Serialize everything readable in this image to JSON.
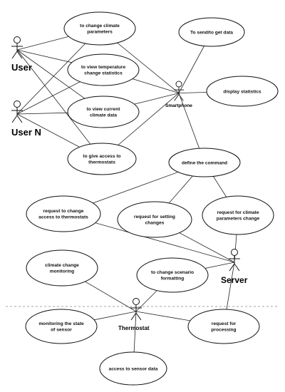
{
  "actors": [
    {
      "id": "user",
      "label": "User"
    },
    {
      "id": "userN",
      "label": "User N"
    },
    {
      "id": "smartphone",
      "label": "Smartphone"
    },
    {
      "id": "server",
      "label": "Server"
    },
    {
      "id": "thermostat",
      "label": "Thermostat"
    }
  ],
  "use_cases": [
    {
      "id": "uc1",
      "lines": [
        "to change climate",
        "parameters"
      ]
    },
    {
      "id": "uc2",
      "lines": [
        "to view temperature",
        "change statistics"
      ]
    },
    {
      "id": "uc3",
      "lines": [
        "to view current",
        "climate data"
      ]
    },
    {
      "id": "uc4",
      "lines": [
        "to give access to",
        "thermostats"
      ]
    },
    {
      "id": "uc5",
      "lines": [
        "To send/to get data"
      ]
    },
    {
      "id": "uc6",
      "lines": [
        "display statistics"
      ]
    },
    {
      "id": "uc7",
      "lines": [
        "define the command"
      ]
    },
    {
      "id": "uc8",
      "lines": [
        "request to change",
        "access to thermostats"
      ]
    },
    {
      "id": "uc9",
      "lines": [
        "request for setting",
        "changes"
      ]
    },
    {
      "id": "uc10",
      "lines": [
        "request for climate",
        "parameters change"
      ]
    },
    {
      "id": "uc11",
      "lines": [
        "climate change",
        "monitoring"
      ]
    },
    {
      "id": "uc12",
      "lines": [
        "to change scenario",
        "formatting"
      ]
    },
    {
      "id": "uc13",
      "lines": [
        "monitoring the state",
        "of sensor"
      ]
    },
    {
      "id": "uc14",
      "lines": [
        "request for",
        "processing"
      ]
    },
    {
      "id": "uc15",
      "lines": [
        "access to sensor data"
      ]
    }
  ],
  "connections": [
    [
      "user",
      "uc1"
    ],
    [
      "user",
      "uc2"
    ],
    [
      "user",
      "uc3"
    ],
    [
      "user",
      "uc4"
    ],
    [
      "userN",
      "uc1"
    ],
    [
      "userN",
      "uc2"
    ],
    [
      "userN",
      "uc3"
    ],
    [
      "userN",
      "uc4"
    ],
    [
      "uc1",
      "smartphone"
    ],
    [
      "uc2",
      "smartphone"
    ],
    [
      "uc3",
      "smartphone"
    ],
    [
      "uc4",
      "smartphone"
    ],
    [
      "smartphone",
      "uc5"
    ],
    [
      "smartphone",
      "uc6"
    ],
    [
      "smartphone",
      "uc7"
    ],
    [
      "uc7",
      "uc8"
    ],
    [
      "uc7",
      "uc9"
    ],
    [
      "uc7",
      "uc10"
    ],
    [
      "uc8",
      "server"
    ],
    [
      "uc9",
      "server"
    ],
    [
      "uc10",
      "server"
    ],
    [
      "server",
      "uc12"
    ],
    [
      "server",
      "uc14"
    ],
    [
      "uc11",
      "thermostat"
    ],
    [
      "uc12",
      "thermostat"
    ],
    [
      "uc13",
      "thermostat"
    ],
    [
      "thermostat",
      "uc14"
    ],
    [
      "thermostat",
      "uc15"
    ]
  ]
}
